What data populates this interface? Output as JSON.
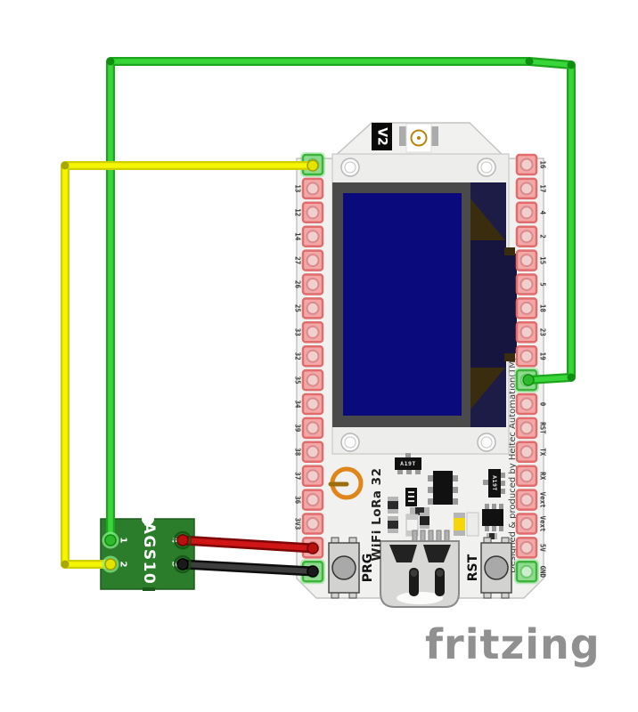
{
  "app": {
    "watermark": "fritzing"
  },
  "board": {
    "version_label": "V2",
    "model_label": "WiFi LoRa 32",
    "prg_button_label": "PRG",
    "rst_button_label": "RST",
    "silkscreen_credit": "Designed & produced by Heltec Automation(TM)",
    "chip_label_top": "A19T",
    "chip_label_right": "A19T",
    "left_pins": [
      {
        "label": "",
        "state": "connected"
      },
      {
        "label": "13",
        "state": "normal"
      },
      {
        "label": "12",
        "state": "normal"
      },
      {
        "label": "14",
        "state": "normal"
      },
      {
        "label": "27",
        "state": "normal"
      },
      {
        "label": "26",
        "state": "normal"
      },
      {
        "label": "25",
        "state": "normal"
      },
      {
        "label": "33",
        "state": "normal"
      },
      {
        "label": "32",
        "state": "normal"
      },
      {
        "label": "35",
        "state": "normal"
      },
      {
        "label": "34",
        "state": "normal"
      },
      {
        "label": "39",
        "state": "normal"
      },
      {
        "label": "38",
        "state": "normal"
      },
      {
        "label": "37",
        "state": "normal"
      },
      {
        "label": "36",
        "state": "normal"
      },
      {
        "label": "3V3",
        "state": "normal"
      },
      {
        "label": "",
        "state": "normal"
      },
      {
        "label": "",
        "state": "connected"
      }
    ],
    "right_pins": [
      {
        "label": "16",
        "state": "normal"
      },
      {
        "label": "17",
        "state": "normal"
      },
      {
        "label": "4",
        "state": "normal"
      },
      {
        "label": "2",
        "state": "normal"
      },
      {
        "label": "15",
        "state": "normal"
      },
      {
        "label": "5",
        "state": "normal"
      },
      {
        "label": "18",
        "state": "normal"
      },
      {
        "label": "23",
        "state": "normal"
      },
      {
        "label": "19",
        "state": "normal"
      },
      {
        "label": "",
        "state": "connected"
      },
      {
        "label": "0",
        "state": "normal"
      },
      {
        "label": "RST",
        "state": "normal"
      },
      {
        "label": "TX",
        "state": "normal"
      },
      {
        "label": "RX",
        "state": "normal"
      },
      {
        "label": "Vext",
        "state": "normal"
      },
      {
        "label": "Vext",
        "state": "normal"
      },
      {
        "label": "5V",
        "state": "normal"
      },
      {
        "label": "GND",
        "state": "connected"
      }
    ]
  },
  "sensor": {
    "name": "AGS10",
    "pins": [
      {
        "number": "1"
      },
      {
        "number": "2"
      },
      {
        "number": "3"
      },
      {
        "number": "4"
      }
    ]
  },
  "wires": {
    "green": {
      "color": "#2dbb2d",
      "from": "AGS10 pin 1",
      "to": "right header pin between 19 and 0"
    },
    "yellow": {
      "color": "#e3e300",
      "from": "AGS10 pin 2",
      "to": "left header top pin above 13"
    },
    "red": {
      "color": "#b80f0f",
      "from": "AGS10 pin 4",
      "to": "left header pin below 3V3"
    },
    "black": {
      "color": "#2b2b2b",
      "from": "AGS10 pin 3",
      "to": "left header bottom pin"
    }
  },
  "colors": {
    "board": "#f1f1ef",
    "screen": "#0a0a7d",
    "sensor_pcb": "#2b7d2b",
    "pin": "#f4a7a7",
    "pin_connected": "#8fdc8f",
    "coil_orange": "#e0851a",
    "logo": "#909090"
  }
}
